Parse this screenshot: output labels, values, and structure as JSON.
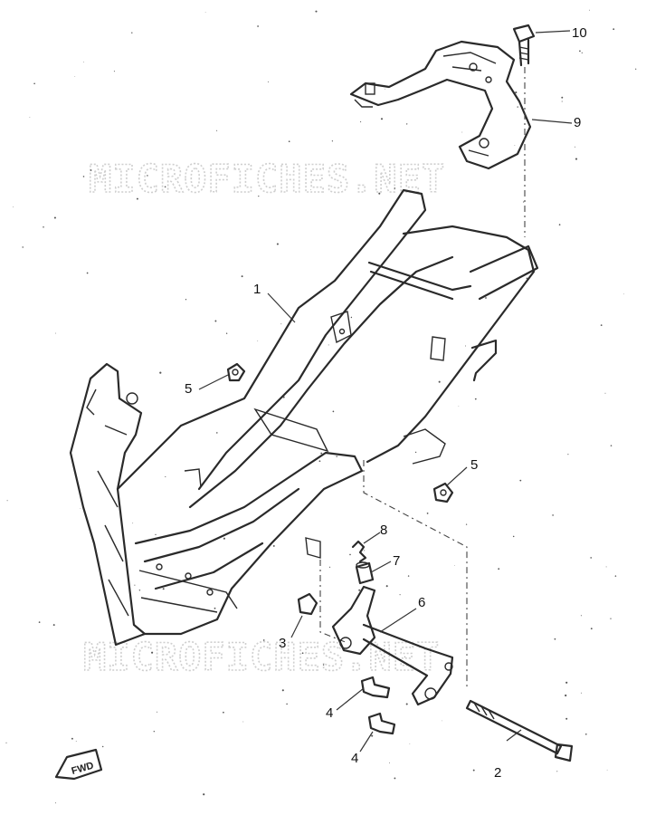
{
  "watermark": "MICROFICHES.NET",
  "fwd_label": "FWD",
  "callouts": [
    "1",
    "2",
    "3",
    "4",
    "4",
    "5",
    "5",
    "6",
    "7",
    "8",
    "9",
    "10"
  ]
}
